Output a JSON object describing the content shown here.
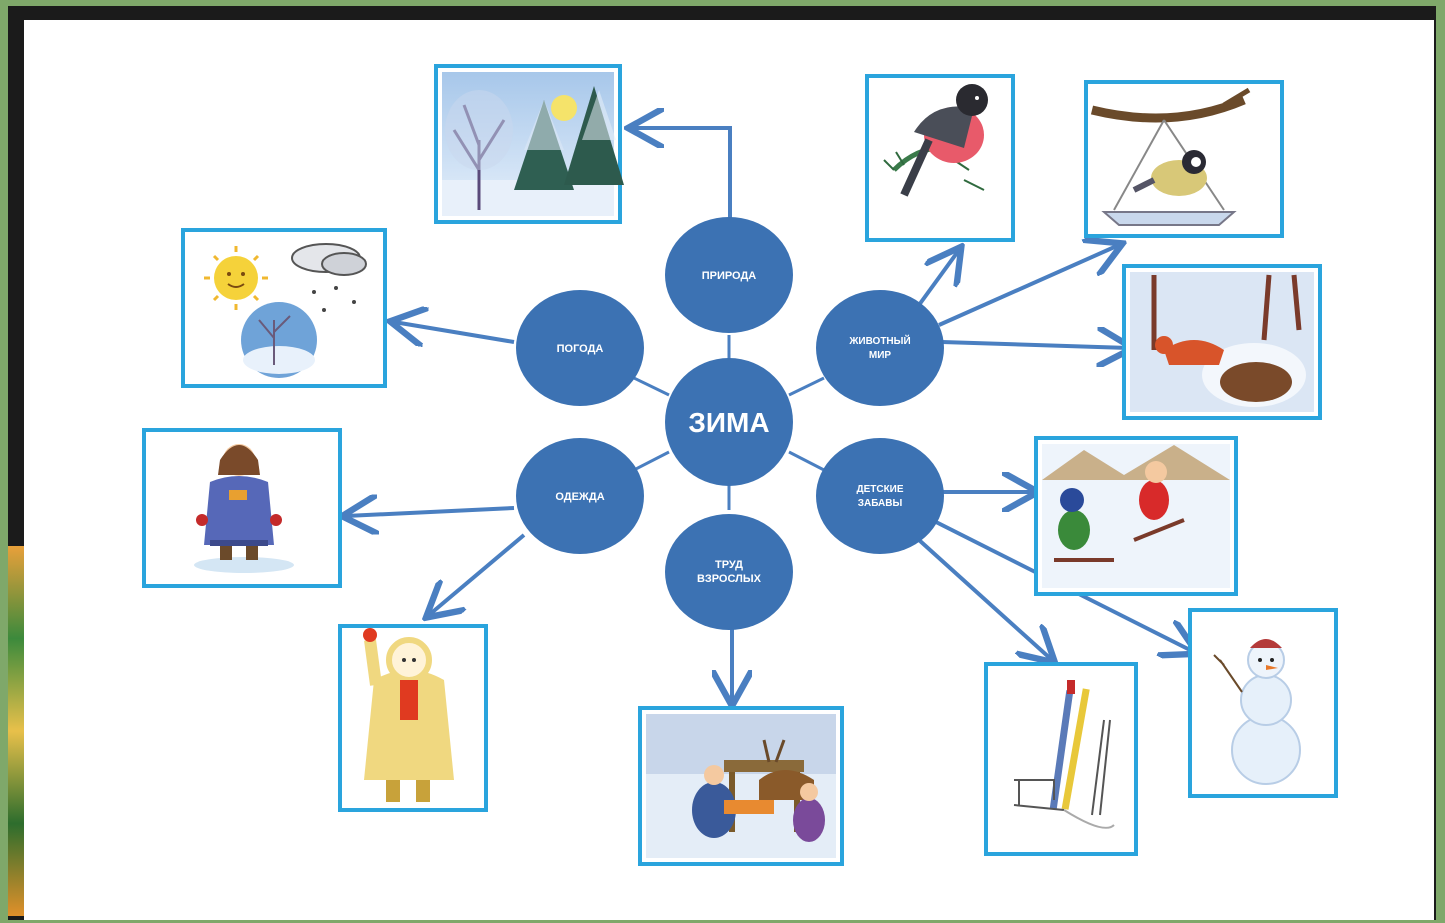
{
  "center": {
    "label": "ЗИМА"
  },
  "topics": {
    "nature": {
      "lines": [
        "ПРИРОДА"
      ]
    },
    "weather": {
      "lines": [
        "ПОГОДА"
      ]
    },
    "clothes": {
      "lines": [
        "ОДЕЖДА"
      ]
    },
    "work": {
      "lines": [
        "ТРУД",
        "ВЗРОСЛЫХ"
      ]
    },
    "animals": {
      "lines": [
        "ЖИВОТНЫЙ",
        "МИР"
      ]
    },
    "games": {
      "lines": [
        "ДЕТСКИЕ",
        "ЗАБАВЫ"
      ]
    }
  },
  "pictures": [
    {
      "id": "winter-forest",
      "topic": "nature"
    },
    {
      "id": "sun-cloud-globe",
      "topic": "weather"
    },
    {
      "id": "child-hat",
      "topic": "clothes"
    },
    {
      "id": "child-yellow-coat",
      "topic": "clothes"
    },
    {
      "id": "feeding-deer",
      "topic": "work"
    },
    {
      "id": "bullfinch",
      "topic": "animals"
    },
    {
      "id": "titmouse-feeder",
      "topic": "animals"
    },
    {
      "id": "fox-bear-den",
      "topic": "animals"
    },
    {
      "id": "sledding-kids",
      "topic": "games"
    },
    {
      "id": "snowman",
      "topic": "games"
    },
    {
      "id": "skis-sled",
      "topic": "games"
    }
  ],
  "colors": {
    "node": "#3c72b3",
    "arrow": "#4a7fc1",
    "frame": "#2aa4dd",
    "background": "#ffffff"
  }
}
